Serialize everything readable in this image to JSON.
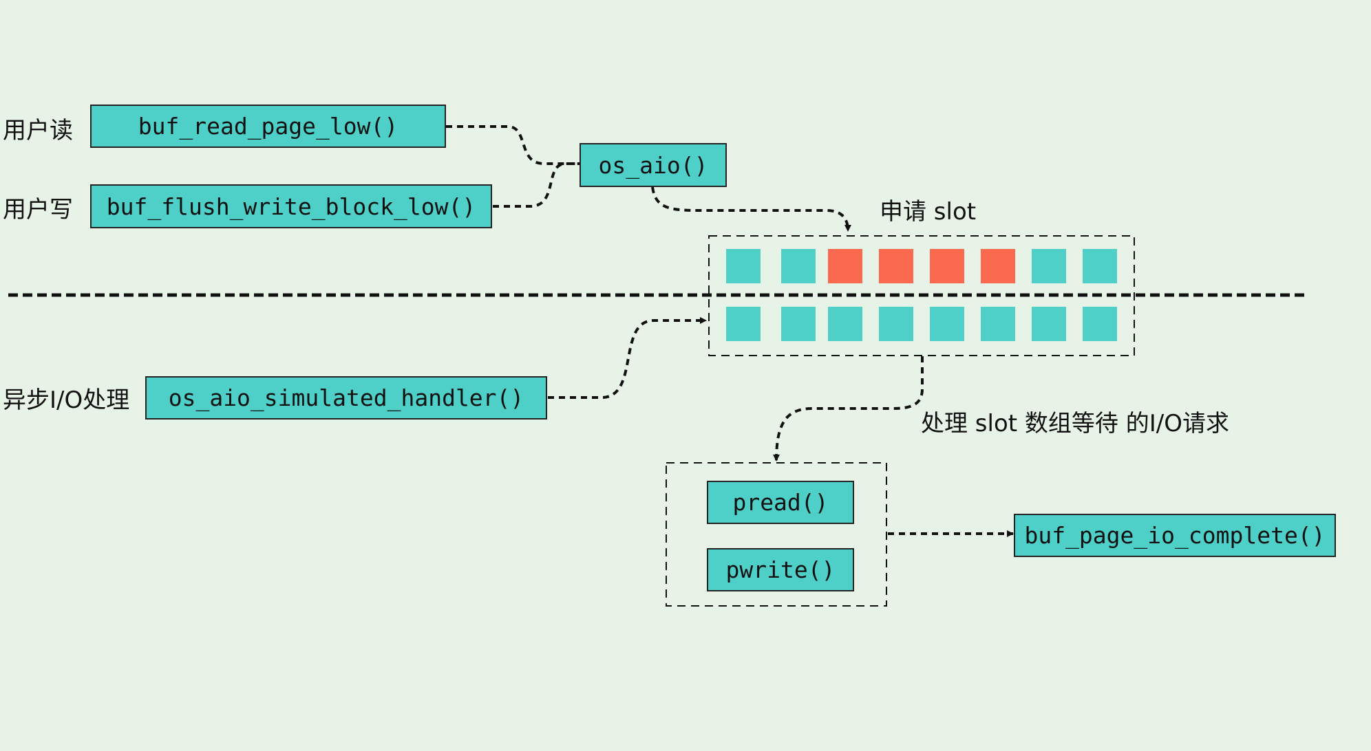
{
  "labels": {
    "user_read": "用户读",
    "user_write": "用户写",
    "async_io": "异步I/O处理",
    "request_slot": "申请 slot",
    "process_slot": "处理 slot 数组等待 的I/O请求"
  },
  "functions": {
    "buf_read": "buf_read_page_low()",
    "buf_flush": "buf_flush_write_block_low()",
    "os_aio": "os_aio()",
    "simulated_handler": "os_aio_simulated_handler()",
    "pread": "pread()",
    "pwrite": "pwrite()",
    "io_complete": "buf_page_io_complete()"
  },
  "slots": {
    "top_row": [
      "free",
      "free",
      "busy",
      "busy",
      "busy",
      "busy",
      "free",
      "free"
    ],
    "bottom_row": [
      "free",
      "free",
      "free",
      "free",
      "free",
      "free",
      "free",
      "free"
    ]
  },
  "colors": {
    "background": "#e8f3e8",
    "box_fill": "#4ecfc8",
    "slot_free": "#4ecfc8",
    "slot_busy": "#fb6a4f",
    "line": "#111111"
  }
}
